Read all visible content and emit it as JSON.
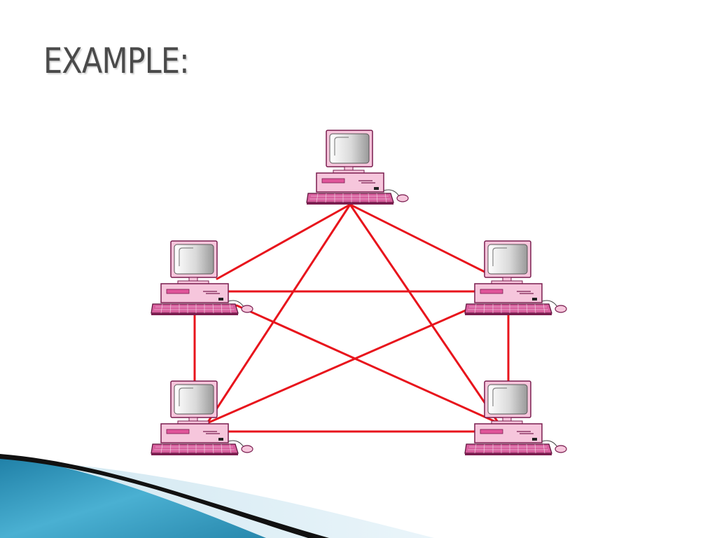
{
  "slide": {
    "title": "EXAMPLE:"
  },
  "network": {
    "nodes": [
      {
        "id": "top"
      },
      {
        "id": "mid-left"
      },
      {
        "id": "mid-right"
      },
      {
        "id": "bottom-left"
      },
      {
        "id": "bottom-right"
      }
    ],
    "links": [
      [
        "top",
        "mid-left"
      ],
      [
        "top",
        "mid-right"
      ],
      [
        "top",
        "bottom-left"
      ],
      [
        "top",
        "bottom-right"
      ],
      [
        "mid-left",
        "mid-right"
      ],
      [
        "mid-left",
        "bottom-left"
      ],
      [
        "mid-left",
        "bottom-right"
      ],
      [
        "mid-right",
        "bottom-left"
      ],
      [
        "mid-right",
        "bottom-right"
      ],
      [
        "bottom-left",
        "bottom-right"
      ]
    ],
    "icon": "desktop-computer-icon"
  },
  "colors": {
    "link": "#e8141c",
    "computer_body": "#f6c6dc",
    "computer_outline": "#7a1d4f",
    "computer_accent": "#e0559a",
    "screen": "#dcdcdc",
    "keyboard": "#d8609e",
    "title": "#4a4a4a",
    "wave_dark": "#0d0d0d",
    "wave_blue": "#2e95b9",
    "wave_light": "#d6eaf3"
  }
}
